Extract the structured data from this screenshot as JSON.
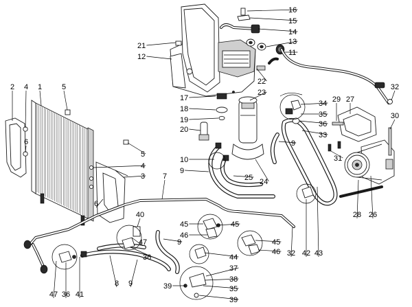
{
  "diagram": {
    "callouts": [
      "1",
      "2",
      "3",
      "4",
      "5",
      "6",
      "7",
      "8",
      "9",
      "10",
      "11",
      "12",
      "13",
      "14",
      "15",
      "16",
      "17",
      "18",
      "19",
      "20",
      "21",
      "22",
      "23",
      "24",
      "25",
      "26",
      "27",
      "28",
      "29",
      "30",
      "31",
      "32",
      "33",
      "34",
      "35",
      "36",
      "37",
      "38",
      "39",
      "40",
      "41",
      "42",
      "43",
      "44",
      "45",
      "46",
      "47"
    ]
  }
}
